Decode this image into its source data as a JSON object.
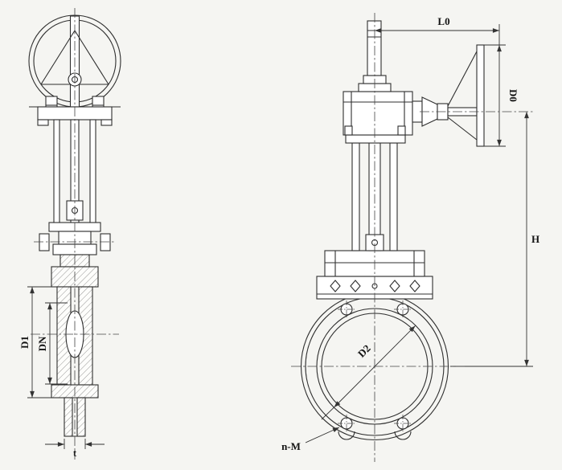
{
  "drawing": {
    "dimensions": {
      "L0": "L0",
      "D0": "D0",
      "H": "H",
      "D2": "D2",
      "D1": "D1",
      "DN": "DN",
      "nM": "n-M",
      "t": "t"
    },
    "colors": {
      "background": "#f5f5f2",
      "line": "#2f2f2f"
    }
  }
}
